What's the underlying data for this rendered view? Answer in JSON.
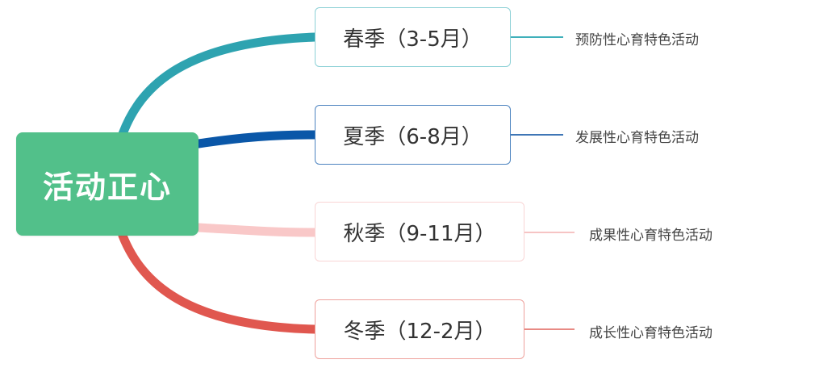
{
  "root": {
    "label": "活动正心",
    "color": "#52c08a"
  },
  "branches": [
    {
      "label": "春季（3-5月）",
      "leaf": "预防性心育特色活动",
      "color": "#2ea3b0",
      "border": "#8cd0d6",
      "thin": "#3fb0ba"
    },
    {
      "label": "夏季（6-8月）",
      "leaf": "发展性心育特色活动",
      "color": "#0a57a8",
      "border": "#4d84c0",
      "thin": "#3f76b6"
    },
    {
      "label": "秋季（9-11月）",
      "leaf": "成果性心育特色活动",
      "color": "#f9c8c8",
      "border": "#f9d5d5",
      "thin": "#f6c4c4"
    },
    {
      "label": "冬季（12-2月）",
      "leaf": "成长性心育特色活动",
      "color": "#e0574f",
      "border": "#eea19c",
      "thin": "#e88a84"
    }
  ]
}
